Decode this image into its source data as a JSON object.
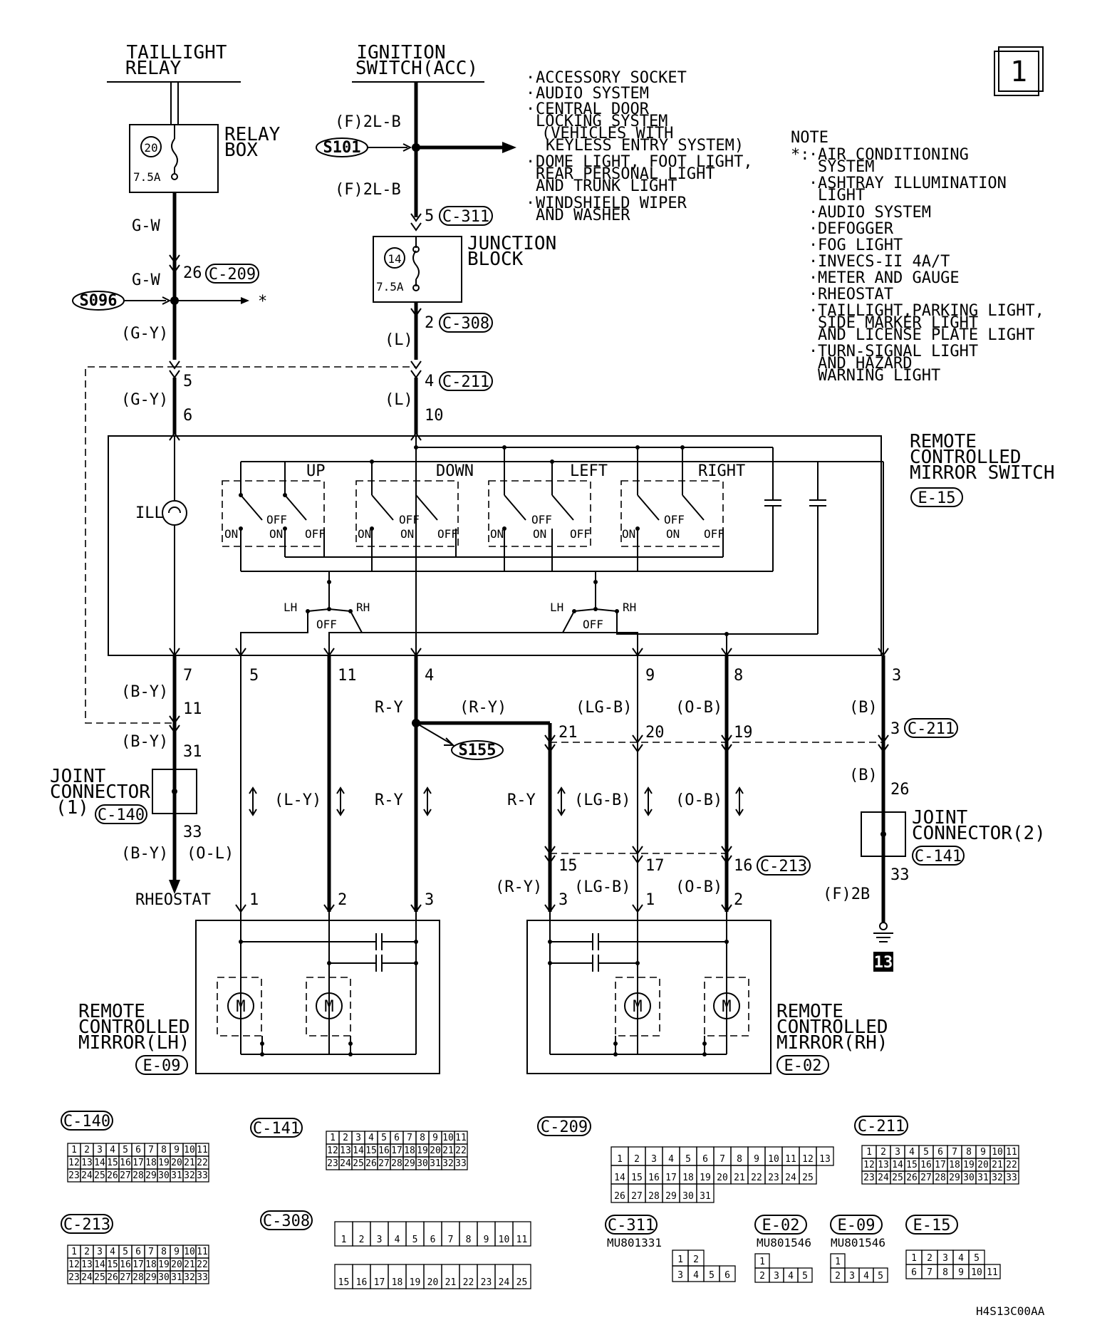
{
  "page_number": "1",
  "sources": {
    "taillight_relay": [
      "TAILLIGHT",
      "RELAY"
    ],
    "ignition_switch": [
      "IGNITION",
      "SWITCH(ACC)"
    ]
  },
  "relay_box": {
    "label": [
      "RELAY",
      "BOX"
    ],
    "fuse_no": "20",
    "rating": "7.5A"
  },
  "junction_block": {
    "label": [
      "JUNCTION",
      "BLOCK"
    ],
    "fuse_no": "14",
    "rating": "7.5A"
  },
  "splices": {
    "s101": "S101",
    "s096": "S096",
    "s155": "S155"
  },
  "acc_loads": [
    "ACCESSORY SOCKET",
    "AUDIO SYSTEM",
    "CENTRAL DOOR",
    "LOCKING SYSTEM",
    "(VEHICLES WITH",
    "KEYLESS ENTRY SYSTEM)",
    "DOME LIGHT, FOOT LIGHT,",
    "REAR PERSONAL LIGHT",
    "AND TRUNK LIGHT",
    "WINDSHIELD WIPER",
    "AND WASHER"
  ],
  "note": {
    "title": "NOTE",
    "marker": "*:",
    "items": [
      "AIR CONDITIONING",
      "SYSTEM",
      "ASHTRAY ILLUMINATION",
      "LIGHT",
      "AUDIO SYSTEM",
      "DEFOGGER",
      "FOG LIGHT",
      "INVECS-II 4A/T",
      "METER AND GAUGE",
      "RHEOSTAT",
      "TAILLIGHT,PARKING LIGHT,",
      "SIDE MARKER LIGHT",
      "AND LICENSE PLATE LIGHT",
      "TURN-SIGNAL LIGHT",
      "AND HAZARD",
      "WARNING LIGHT"
    ]
  },
  "wires": {
    "gw": "G-W",
    "gy": "(G-Y)",
    "f2lb": "(F)2L-B",
    "l": "(L)",
    "by": "(B-Y)",
    "ol": "(O-L)",
    "ly": "(L-Y)",
    "ry": "R-Y",
    "ry_p": "(R-Y)",
    "lgb": "(LG-B)",
    "ob": "(O-B)",
    "b": "(B)",
    "f2b": "(F)2B"
  },
  "terminals": {
    "t26": "26",
    "t5": "5",
    "t6": "6",
    "t2": "2",
    "t4": "4",
    "t10": "10",
    "t7": "7",
    "t11": "11",
    "t9": "9",
    "t8": "8",
    "t3": "3",
    "t31": "31",
    "t33": "33",
    "t21": "21",
    "t20": "20",
    "t19": "19",
    "t15": "15",
    "t17": "17",
    "t16": "16",
    "t1": "1"
  },
  "connectors": {
    "c209": "C-209",
    "c311": "C-311",
    "c308": "C-308",
    "c211": "C-211",
    "c140": "C-140",
    "c141": "C-141",
    "c213": "C-213",
    "e15": "E-15",
    "e09": "E-09",
    "e02": "E-02"
  },
  "mirror_switch": {
    "label": [
      "REMOTE",
      "CONTROLLED",
      "MIRROR SWITCH"
    ],
    "ill": "ILL",
    "directions": [
      "UP",
      "DOWN",
      "LEFT",
      "RIGHT"
    ],
    "on": "ON",
    "off": "OFF",
    "lh": "LH",
    "rh": "RH"
  },
  "joint_connector_1": [
    "JOINT",
    "CONNECTOR",
    "(1)"
  ],
  "joint_connector_2": [
    "JOINT",
    "CONNECTOR(2)"
  ],
  "rheostat": "RHEOSTAT",
  "ground_ref": "13",
  "mirror_lh": [
    "REMOTE",
    "CONTROLLED",
    "MIRROR(LH)"
  ],
  "mirror_rh": [
    "REMOTE",
    "CONTROLLED",
    "MIRROR(RH)"
  ],
  "motor": "M",
  "part_numbers": {
    "c311": "MU801331",
    "e02": "MU801546",
    "e09": "MU801546"
  },
  "drawing_code": "H4S13C00AA",
  "colors": {
    "line": "#000000",
    "background": "#ffffff",
    "ground_badge": "#000000"
  }
}
